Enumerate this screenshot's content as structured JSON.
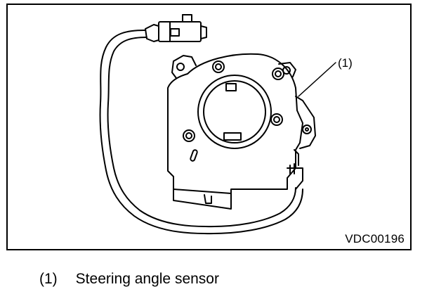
{
  "figure": {
    "callout_label": "(1)",
    "figure_code": "VDC00196"
  },
  "legend": {
    "items": [
      {
        "number": "(1)",
        "text": "Steering angle sensor"
      }
    ]
  }
}
